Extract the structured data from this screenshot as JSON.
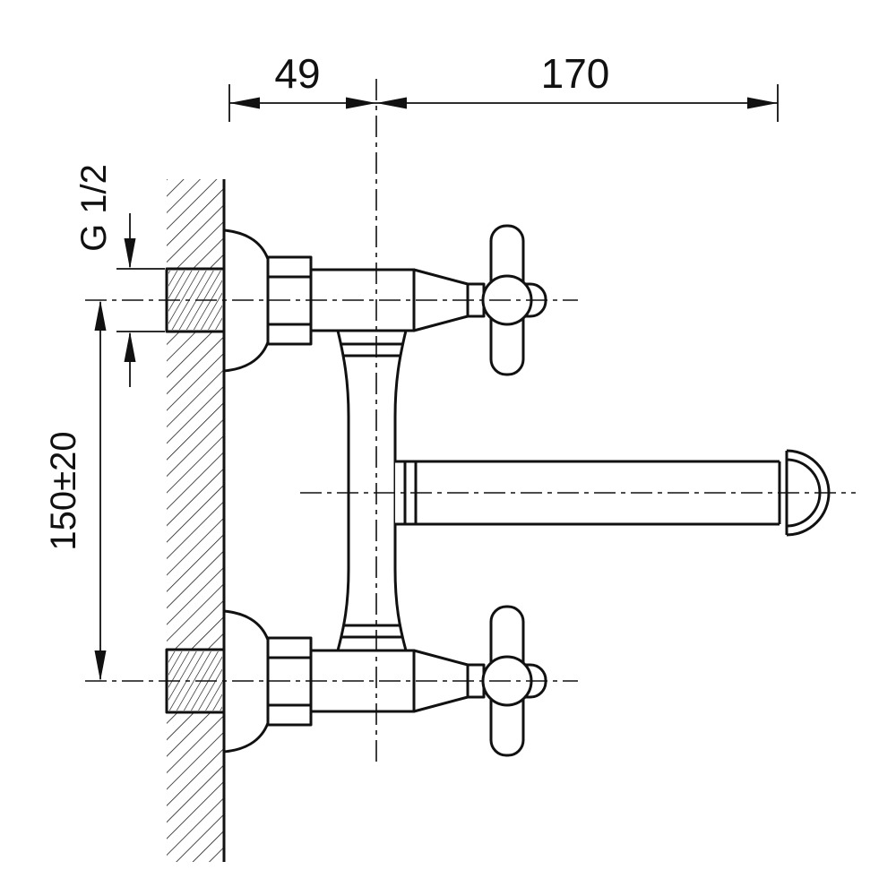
{
  "drawing": {
    "subject": "wall-mounted two-handle faucet technical drawing",
    "line_color": "#111111",
    "background_color": "#ffffff",
    "dimensions": {
      "wall_to_axis": "49",
      "spout_length": "170",
      "thread_size": "G 1/2",
      "inlet_spacing": "150±20"
    }
  }
}
